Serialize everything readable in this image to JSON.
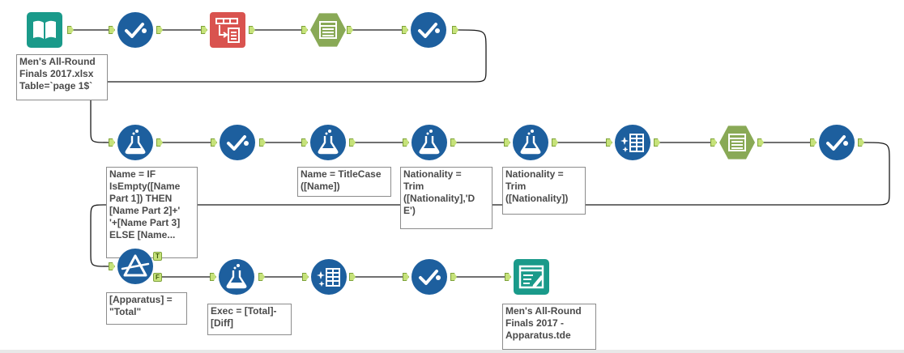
{
  "canvas": {
    "tools": [
      {
        "id": "input-data",
        "icon": "book-icon"
      },
      {
        "id": "select-1",
        "icon": "checkmark-icon"
      },
      {
        "id": "text-to-columns",
        "icon": "split-table-icon"
      },
      {
        "id": "cleanse-1",
        "icon": "table-list-icon"
      },
      {
        "id": "select-2",
        "icon": "checkmark-icon"
      },
      {
        "id": "formula-1",
        "icon": "flask-icon"
      },
      {
        "id": "select-3",
        "icon": "checkmark-icon"
      },
      {
        "id": "formula-2",
        "icon": "flask-icon"
      },
      {
        "id": "formula-3",
        "icon": "flask-icon"
      },
      {
        "id": "formula-4",
        "icon": "flask-icon"
      },
      {
        "id": "auto-field-1",
        "icon": "sparkle-table-icon"
      },
      {
        "id": "cleanse-2",
        "icon": "table-list-icon"
      },
      {
        "id": "select-4",
        "icon": "checkmark-icon"
      },
      {
        "id": "filter",
        "icon": "filter-triangle-icon"
      },
      {
        "id": "formula-5",
        "icon": "flask-icon"
      },
      {
        "id": "auto-field-2",
        "icon": "sparkle-table-icon"
      },
      {
        "id": "select-5",
        "icon": "checkmark-icon"
      },
      {
        "id": "output-data",
        "icon": "output-document-icon"
      }
    ],
    "annotations": {
      "input": "Men's All-Round\nFinals 2017.xlsx\nTable=`page 1$`",
      "formula1": "Name = IF\nIsEmpty([Name\nPart 1]) THEN\n[Name Part 2]+'\n'+[Name Part 3]\nELSE [Name...",
      "formula2": "Name = TitleCase\n([Name])",
      "formula3": "Nationality =\nTrim\n([Nationality],'D\nE')",
      "formula4": "Nationality =\nTrim\n([Nationality])",
      "filter": "[Apparatus] =\n\"Total\"",
      "formula5": "Exec = [Total]-\n[Diff]",
      "output": "Men's All-Round\nFinals 2017 -\nApparatus.tde"
    },
    "filter_labels": {
      "true": "T",
      "false": "F"
    },
    "colors": {
      "circle_tool": "#1d5f9e",
      "input_tool": "#1a9a8a",
      "text_to_columns": "#d9534f",
      "cleanse_tool": "#89a956",
      "anchor": "#c6e27a",
      "wire": "#1a1a1a"
    }
  }
}
